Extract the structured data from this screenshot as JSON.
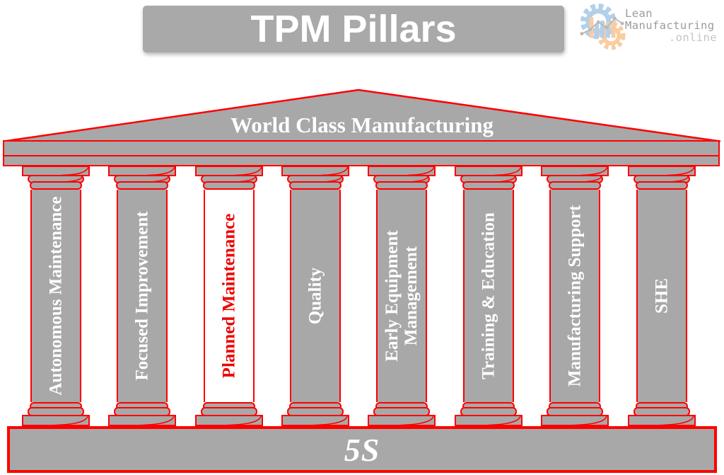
{
  "title": "TPM Pillars",
  "logo": {
    "line1": "Lean",
    "line2": "Manufacturing",
    "line3": ".online",
    "icons": [
      "gear-icon-blue",
      "gear-icon-orange",
      "bar-chart-icon",
      "trend-line-icon"
    ]
  },
  "roof_label": "World Class Manufacturing",
  "pillars": [
    {
      "label": "Autonomous Maintenance",
      "highlighted": false
    },
    {
      "label": "Focused Improvement",
      "highlighted": false
    },
    {
      "label": "Planned Maintenance",
      "highlighted": true
    },
    {
      "label": "Quality",
      "highlighted": false
    },
    {
      "label": "Early Equipment\nManagement",
      "highlighted": false
    },
    {
      "label": "Training & Education",
      "highlighted": false
    },
    {
      "label": "Manufacturing Support",
      "highlighted": false
    },
    {
      "label": "SHE",
      "highlighted": false
    }
  ],
  "foundation_label": "5S",
  "colors": {
    "structure_gray": "#a8a8a8",
    "outline_red": "#ff0000",
    "highlight_text_red": "#ee0000",
    "pillar_text_white": "#ffffff",
    "logo_text_gray": "#9b9b9b",
    "logo_text_light_gray": "#c4c4c4",
    "logo_gear_blue": "#b3cfe9",
    "logo_gear_orange": "#f8cda2",
    "logo_line_gray": "#b9b9b9"
  }
}
